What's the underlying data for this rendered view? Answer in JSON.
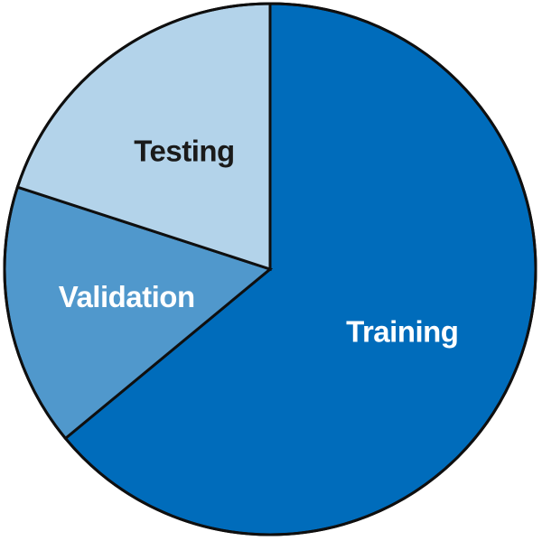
{
  "chart_data": {
    "type": "pie",
    "title": "",
    "start_angle_deg": 0,
    "direction": "clockwise",
    "slices": [
      {
        "label": "Training",
        "value": 64,
        "color": "#006cbb",
        "label_color": "#ffffff"
      },
      {
        "label": "Validation",
        "value": 16,
        "color": "#5098cc",
        "label_color": "#ffffff"
      },
      {
        "label": "Testing",
        "value": 20,
        "color": "#b3d3ea",
        "label_color": "#1a1a1a"
      }
    ]
  }
}
